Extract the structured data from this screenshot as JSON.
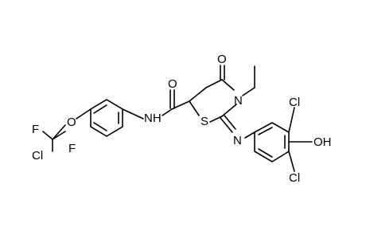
{
  "molecule": {
    "atoms": {
      "f_top": "F",
      "o_ether": "O",
      "f_right": "F",
      "cl_left": "Cl",
      "nh_amide": "NH",
      "o_carbonyl_amide": "O",
      "s_ring": "S",
      "o_ring_ketone": "O",
      "n_ring": "N",
      "n_imine": "N",
      "cl_top": "Cl",
      "oh": "OH",
      "cl_bottom": "Cl"
    }
  }
}
